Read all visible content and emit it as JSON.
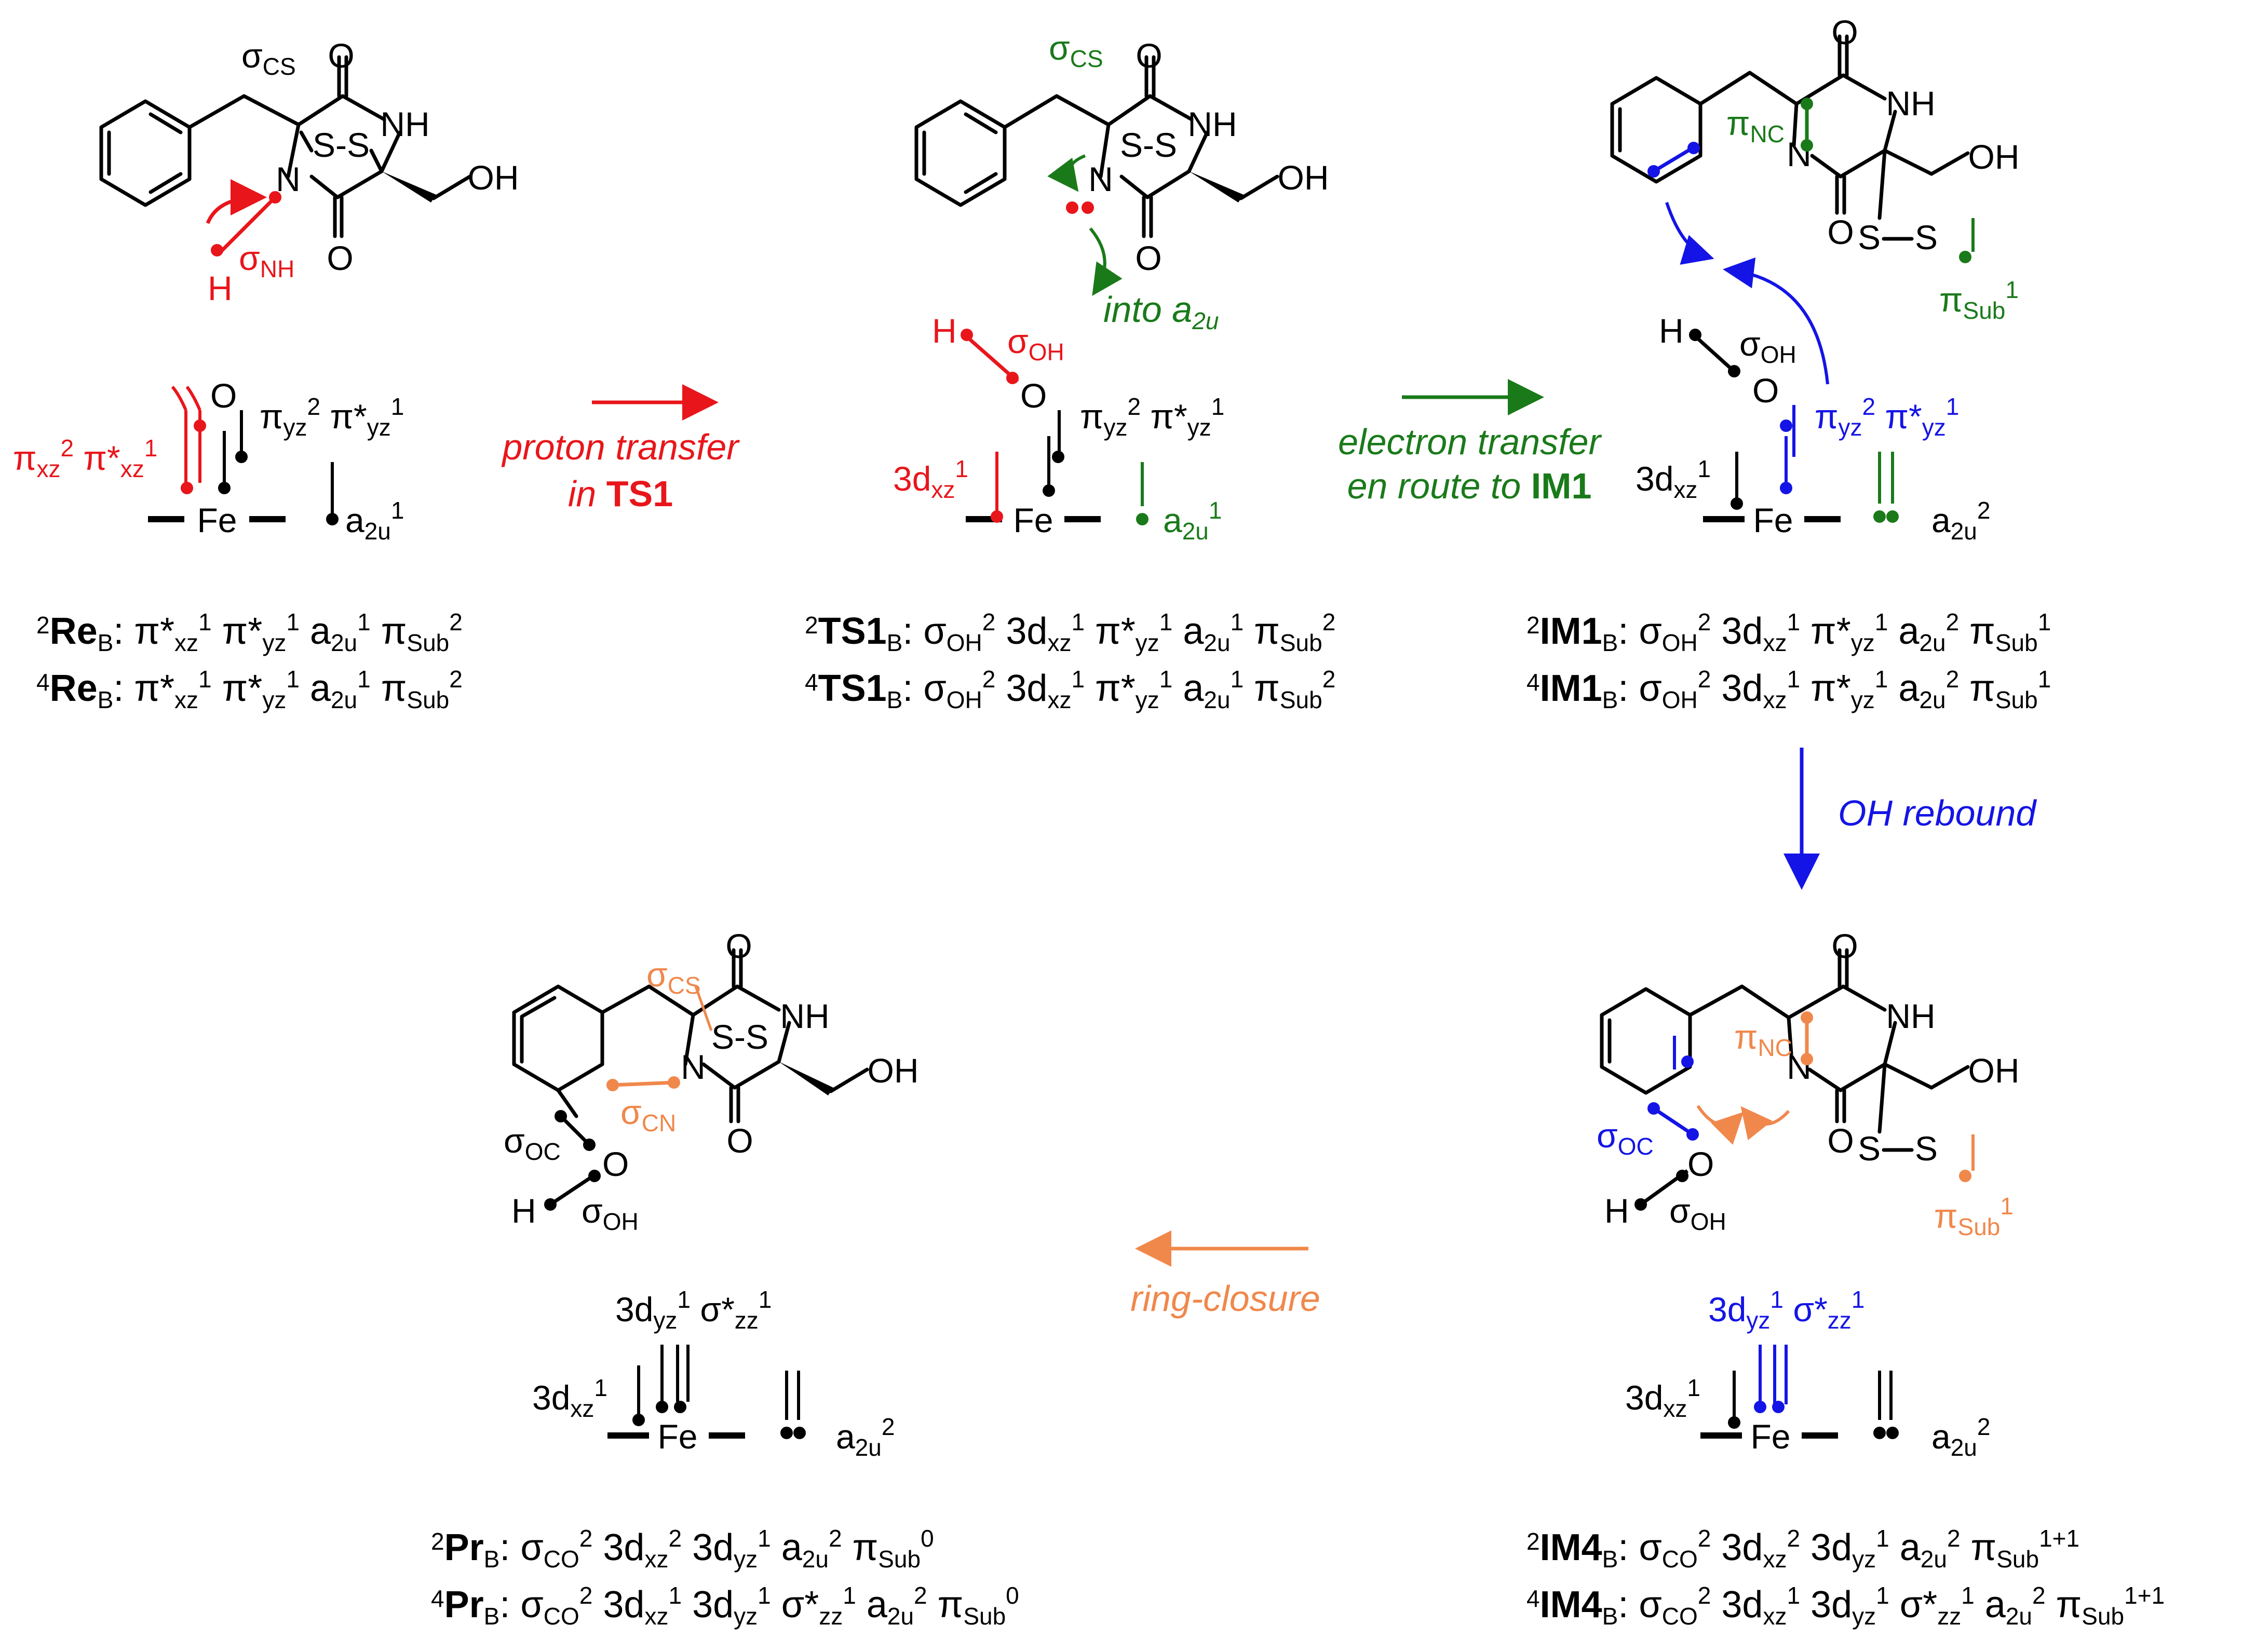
{
  "colors": {
    "red": "#e8161b",
    "green": "#1a7a1a",
    "blue": "#1414e6",
    "orange": "#f0884c",
    "black": "#000000"
  },
  "atoms": {
    "fe": "Fe",
    "o": "O",
    "h": "H",
    "n": "N",
    "nh": "NH",
    "oh": "OH",
    "ss": "S-S",
    "s": "S"
  },
  "arrows": {
    "proton_transfer_1": "proton transfer",
    "proton_transfer_2a": "in ",
    "proton_transfer_2b": "TS1",
    "electron_transfer_1": "electron transfer",
    "electron_transfer_2a": "en route to ",
    "electron_transfer_2b": "IM1",
    "oh_rebound": "OH rebound",
    "ring_closure": "ring-closure",
    "into_a2u": "into a"
  },
  "labels": {
    "re": "Re",
    "ts1": "TS1",
    "im1": "IM1",
    "im4": "IM4",
    "pr": "Pr",
    "spin2": "2",
    "spin4": "4",
    "sub_b": "B"
  },
  "orbitals": {
    "sigma_cs": "σ",
    "sigma_nh": "σ",
    "sigma_oh": "σ",
    "sigma_oc": "σ",
    "sigma_cn": "σ",
    "pi_nc": "π",
    "pi_sub": "π"
  }
}
